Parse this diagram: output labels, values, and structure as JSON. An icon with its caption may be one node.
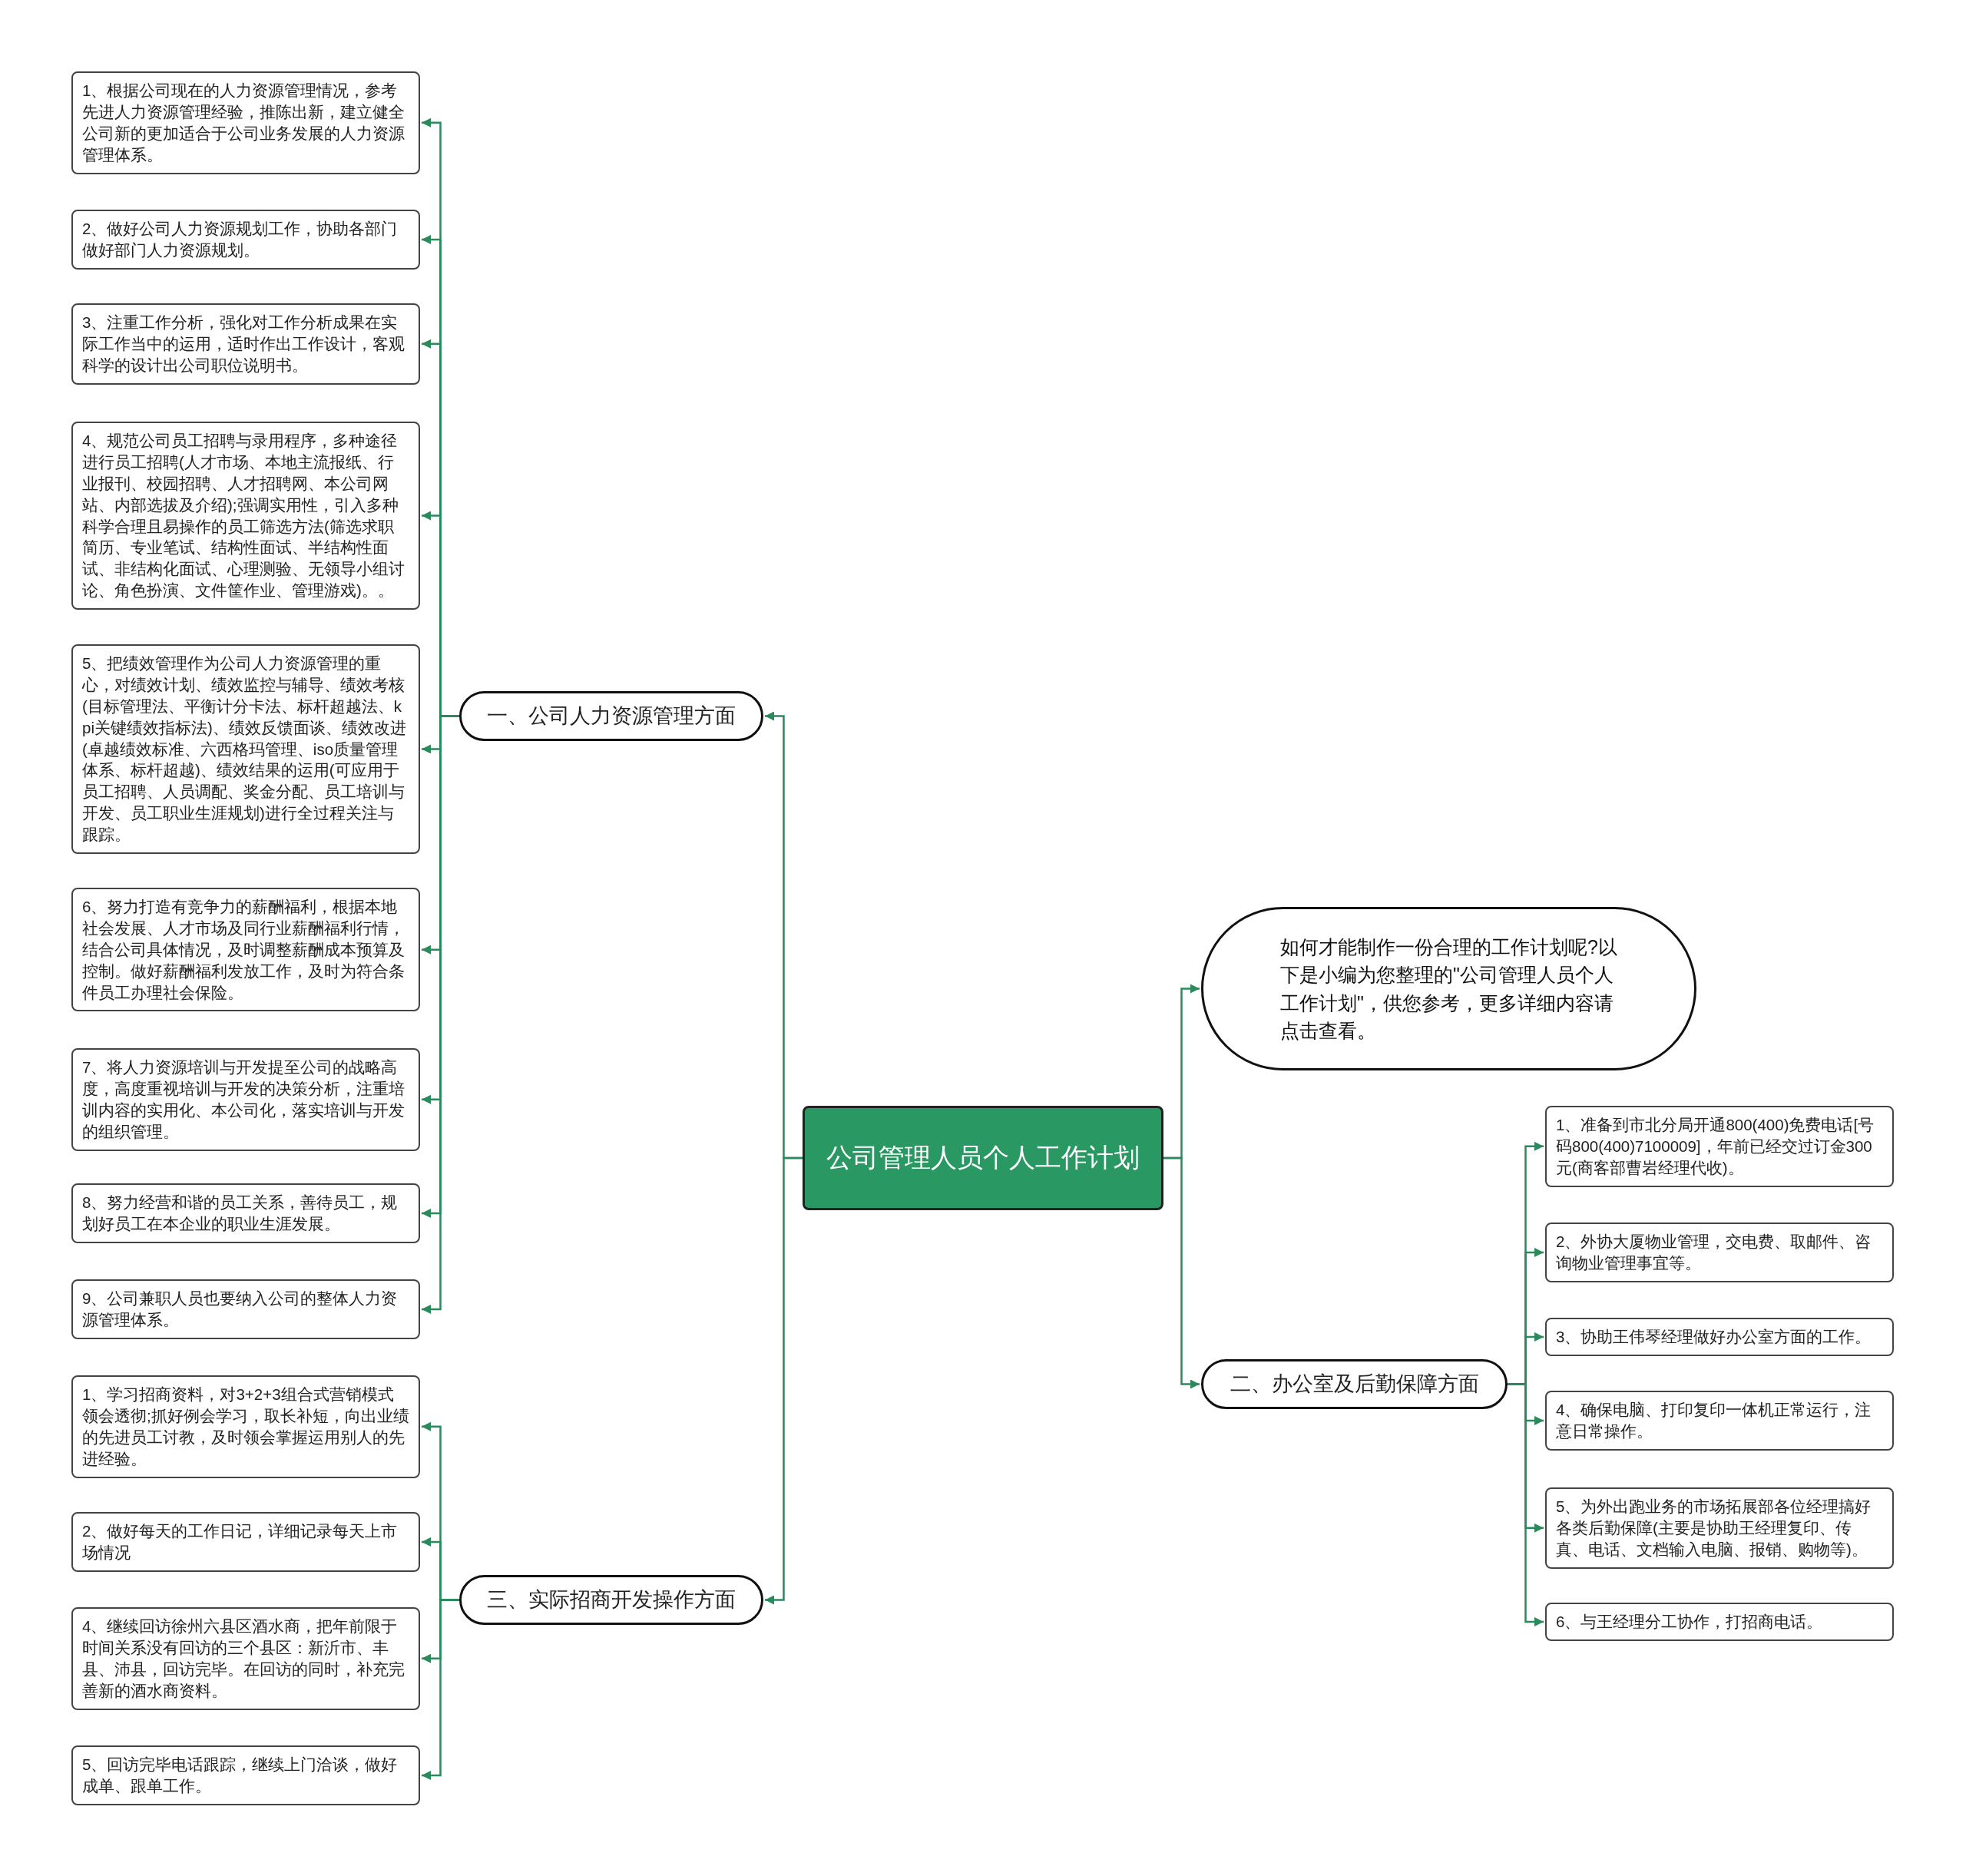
{
  "diagram": {
    "nodes": [
      {
        "text": [
          "公司管理人员个人工作计划"
        ]
      },
      {
        "text": [
          "一、公司人力资源管理方面"
        ]
      },
      {
        "text": [
          "1、根据公司现在的人力资源管理情况，参考先进人力资源管理经验，推陈出新，建立健全公司新的更加适合于公司业务发展的人力资源管理体系。"
        ]
      },
      {
        "text": [
          "2、做好公司人力资源规划工作，协助各部门做好部门人力资源规划。"
        ]
      },
      {
        "text": [
          "3、注重工作分析，强化对工作分析成果在实际工作当中的运用，适时作出工作设计，客观科学的设计出公司职位说明书。"
        ]
      },
      {
        "text": [
          "4、规范公司员工招聘与录用程序，多种途径进行员工招聘(人才市场、本地主流报纸、行业报刊、校园招聘、人才招聘网、本公司网站、内部选拔及介绍);强调实用性，引入多种科学合理且易操作的员工筛选方法(筛选求职简历、专业笔试、结构性面试、半结构性面试、非结构化面试、心理测验、无领导小组讨论、角色扮演、文件筐作业、管理游戏)。。"
        ]
      },
      {
        "text": [
          "5、把绩效管理作为公司人力资源管理的重心，对绩效计划、绩效监控与辅导、绩效考核(目标管理法、平衡计分卡法、标杆超越法、kpi关键绩效指标法)、绩效反馈面谈、绩效改进(卓越绩效标准、六西格玛管理、iso质量管理体系、标杆超越)、绩效结果的运用(可应用于员工招聘、人员调配、奖金分配、员工培训与开发、员工职业生涯规划)进行全过程关注与跟踪。"
        ]
      },
      {
        "text": [
          "6、努力打造有竞争力的薪酬福利，根据本地社会发展、人才市场及同行业薪酬福利行情，结合公司具体情况，及时调整薪酬成本预算及控制。做好薪酬福利发放工作，及时为符合条件员工办理社会保险。"
        ]
      },
      {
        "text": [
          "7、将人力资源培训与开发提至公司的战略高度，高度重视培训与开发的决策分析，注重培训内容的实用化、本公司化，落实培训与开发的组织管理。"
        ]
      },
      {
        "text": [
          "8、努力经营和谐的员工关系，善待员工，规划好员工在本企业的职业生涯发展。"
        ]
      },
      {
        "text": [
          "9、公司兼职人员也要纳入公司的整体人力资源管理体系。"
        ]
      },
      {
        "text": [
          "如何才能制作一份合理的工作计划呢?以下是小编为您整理的\"公司管理人员个人工作计划\"，供您参考，更多详细内容请点击查看。"
        ]
      },
      {
        "text": [
          "二、办公室及后勤保障方面"
        ]
      },
      {
        "text": [
          "1、准备到市北分局开通800(400)免费电话[号码800(400)7100009]，年前已经交过订金300元(商客部曹岩经理代收)。"
        ]
      },
      {
        "text": [
          "2、外协大厦物业管理，交电费、取邮件、咨询物业管理事宜等。"
        ]
      },
      {
        "text": [
          "3、协助王伟琴经理做好办公室方面的工作。"
        ]
      },
      {
        "text": [
          "4、确保电脑、打印复印一体机正常运行，注意日常操作。"
        ]
      },
      {
        "text": [
          "5、为外出跑业务的市场拓展部各位经理搞好各类后勤保障(主要是协助王经理复印、传真、电话、文档输入电脑、报销、购物等)。"
        ]
      },
      {
        "text": [
          "6、与王经理分工协作，打招商电话。"
        ]
      },
      {
        "text": [
          "三、实际招商开发操作方面"
        ]
      },
      {
        "text": [
          "1、学习招商资料，对3+2+3组合式营销模式领会透彻;抓好例会学习，取长补短，向出业绩的先进员工讨教，及时领会掌握运用别人的先进经验。"
        ]
      },
      {
        "text": [
          "2、做好每天的工作日记，详细记录每天上市场情况"
        ]
      },
      {
        "text": [
          "4、继续回访徐州六县区酒水商，把年前限于时间关系没有回访的三个县区：新沂市、丰县、沛县，回访完毕。在回访的同时，补充完善新的酒水商资料。"
        ]
      },
      {
        "text": [
          "5、回访完毕电话跟踪，继续上门洽谈，做好成单、跟单工作。"
        ]
      }
    ],
    "edges": [
      {
        "from": 0,
        "to": 1,
        "arrow": "to"
      },
      {
        "from": 1,
        "to": 2,
        "arrow": "to"
      },
      {
        "from": 1,
        "to": 3,
        "arrow": "to"
      },
      {
        "from": 1,
        "to": 4,
        "arrow": "to"
      },
      {
        "from": 1,
        "to": 5,
        "arrow": "to"
      },
      {
        "from": 1,
        "to": 6,
        "arrow": "to"
      },
      {
        "from": 1,
        "to": 7,
        "arrow": "to"
      },
      {
        "from": 1,
        "to": 8,
        "arrow": "to"
      },
      {
        "from": 1,
        "to": 9,
        "arrow": "to"
      },
      {
        "from": 1,
        "to": 10,
        "arrow": "to"
      },
      {
        "from": 0,
        "to": 11,
        "arrow": "to"
      },
      {
        "from": 0,
        "to": 12,
        "arrow": "to"
      },
      {
        "from": 12,
        "to": 13,
        "arrow": "to"
      },
      {
        "from": 12,
        "to": 14,
        "arrow": "to"
      },
      {
        "from": 12,
        "to": 15,
        "arrow": "to"
      },
      {
        "from": 12,
        "to": 16,
        "arrow": "to"
      },
      {
        "from": 12,
        "to": 17,
        "arrow": "to"
      },
      {
        "from": 12,
        "to": 18,
        "arrow": "to"
      },
      {
        "from": 0,
        "to": 19,
        "arrow": "to"
      },
      {
        "from": 19,
        "to": 20,
        "arrow": "to"
      },
      {
        "from": 19,
        "to": 21,
        "arrow": "to"
      },
      {
        "from": 19,
        "to": 22,
        "arrow": "to"
      },
      {
        "from": 19,
        "to": 23,
        "arrow": "to"
      }
    ]
  }
}
